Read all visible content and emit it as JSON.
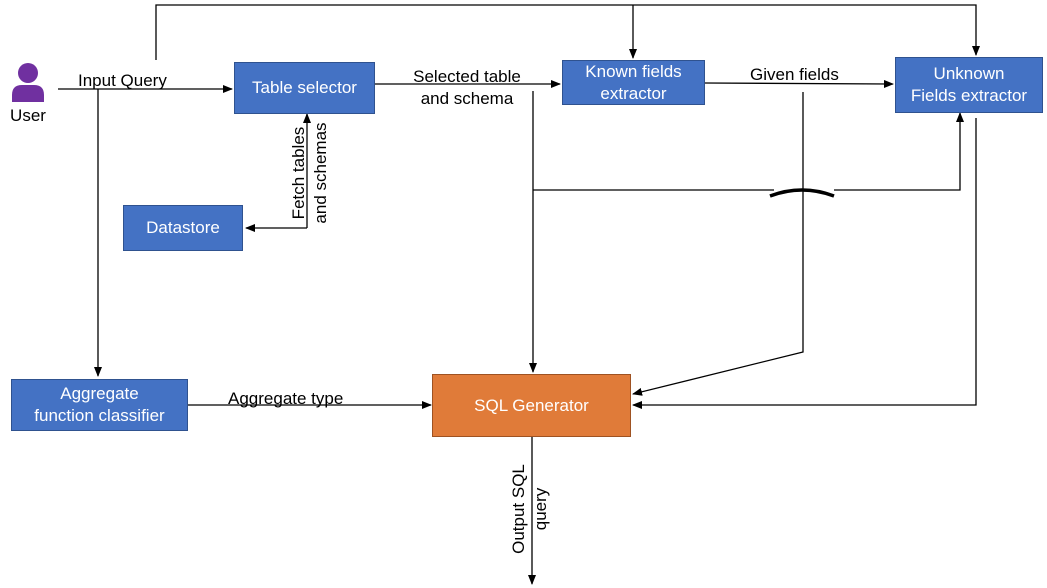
{
  "user": {
    "label": "User"
  },
  "nodes": {
    "table_selector": "Table selector",
    "known_fields": "Known fields\nextractor",
    "unknown_fields": "Unknown\nFields extractor",
    "datastore": "Datastore",
    "aggregate_classifier": "Aggregate\nfunction classifier",
    "sql_generator": "SQL Generator"
  },
  "edges": {
    "input_query": "Input Query",
    "selected_table": "Selected table\nand schema",
    "given_fields": "Given fields",
    "fetch_tables": "Fetch tables\nand schemas",
    "aggregate_type": "Aggregate type",
    "output_sql": "Output SQL\nquery"
  },
  "colors": {
    "process_box": "#4472C4",
    "generator_box": "#E07B39",
    "user_icon": "#7030A0"
  }
}
